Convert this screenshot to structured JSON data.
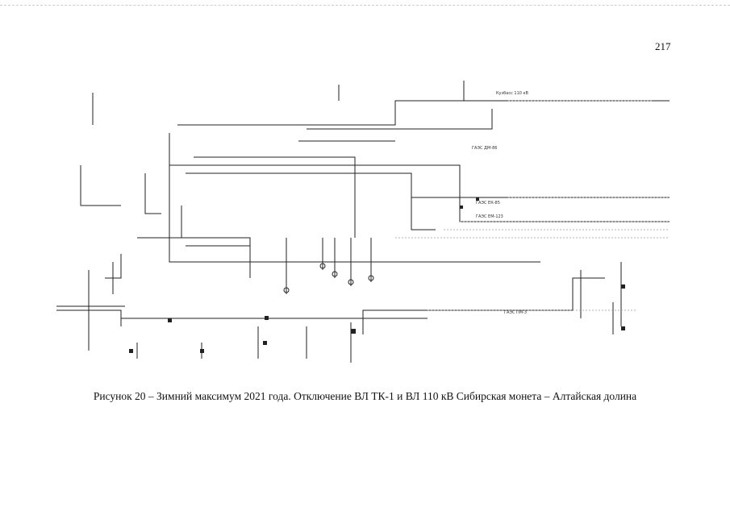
{
  "page": {
    "number": "217"
  },
  "diagram": {
    "labels": {
      "bus_110": "Кузбасс 110 кВ",
      "hpp_dm": "ГАЭС ДМ-86",
      "hpp_ek": "ГАЭС ЕК-85",
      "hpp_em": "ГАЭС ЕМ-123",
      "hpp_pm": "ГАЭС ПМ-3"
    }
  },
  "caption": "Рисунок 20 – Зимний максимум 2021 года. Отключение ВЛ ТК-1 и ВЛ 110 кВ Сибирская монета – Алтайская долина"
}
